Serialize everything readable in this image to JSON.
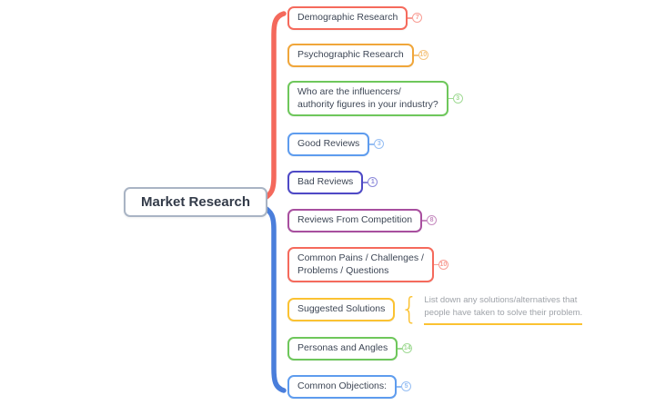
{
  "root": {
    "label": "Market Research"
  },
  "colors": {
    "top_bracket": "#F4695C",
    "bottom_bracket": "#4A7EDB",
    "root_border": "#A9B4C4"
  },
  "icons": {
    "note_brace": "{"
  },
  "branches": [
    {
      "label": "Demographic Research",
      "color": "#F56A5C",
      "badge": "7"
    },
    {
      "label": "Psychographic Research",
      "color": "#F0A63A",
      "badge": "10"
    },
    {
      "label": "Who are the influencers/\nauthority figures in your industry?",
      "color": "#6EC75B",
      "badge": "3"
    },
    {
      "label": "Good Reviews",
      "color": "#5E9CEE",
      "badge": "3"
    },
    {
      "label": "Bad Reviews",
      "color": "#4E49C6",
      "badge": "1"
    },
    {
      "label": "Reviews From Competition",
      "color": "#A84F9F",
      "badge": "8"
    },
    {
      "label": "Common Pains / Challenges /\nProblems / Questions",
      "color": "#F56A5C",
      "badge": "10"
    },
    {
      "label": "Suggested Solutions",
      "color": "#FBC232",
      "note": "List down any solutions/alternatives that\npeople have taken to solve their problem."
    },
    {
      "label": "Personas and Angles",
      "color": "#6EC75B",
      "badge": "14"
    },
    {
      "label": "Common Objections:",
      "color": "#5E9CEE",
      "badge": "5"
    }
  ]
}
